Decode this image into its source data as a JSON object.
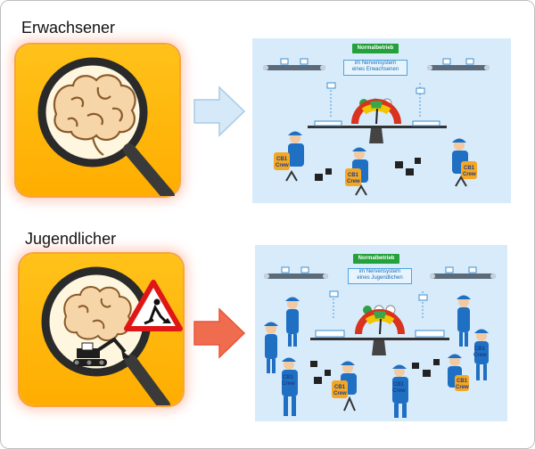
{
  "rows": [
    {
      "title": "Erwachsener",
      "status_badge": "Normalbetrieb",
      "nervous_system_box": [
        "im Nervensystem",
        "eines Erwachsenen"
      ],
      "crew_label": [
        "CB1",
        "Crew"
      ],
      "arrow_color": "#cfe6f7"
    },
    {
      "title": "Jugendlicher",
      "status_badge": "Normalbetrieb",
      "nervous_system_box": [
        "im Nervensystem",
        "eines Jugendlichen"
      ],
      "crew_label": [
        "CB1",
        "Crew"
      ],
      "arrow_color": "#f06c4f"
    }
  ],
  "icons": {
    "brain": "brain-icon",
    "magnifier": "magnifying-glass-icon",
    "construction_sign": "construction-warning-sign-icon",
    "excavator": "excavator-icon"
  },
  "colors": {
    "tile": "#ffb300",
    "panel": "#d7ebfb",
    "badge": "#23a13a",
    "worker": "#1f6fc3"
  }
}
